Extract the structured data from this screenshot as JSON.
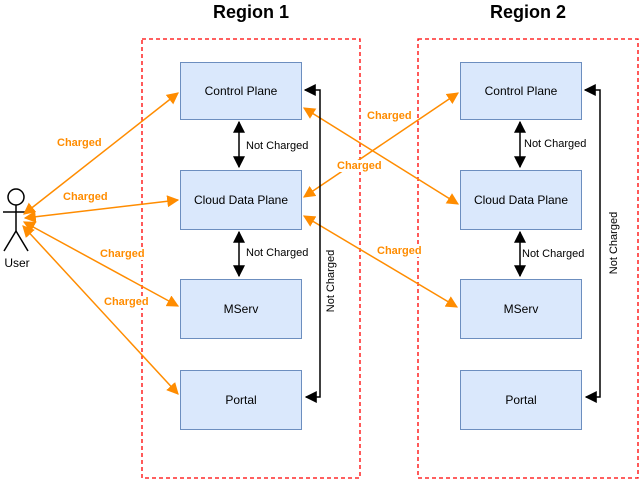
{
  "regions": [
    {
      "title": "Region 1",
      "boxes": [
        {
          "label": "Control Plane"
        },
        {
          "label": "Cloud Data Plane"
        },
        {
          "label": "MServ"
        },
        {
          "label": "Portal"
        }
      ]
    },
    {
      "title": "Region 2",
      "boxes": [
        {
          "label": "Control Plane"
        },
        {
          "label": "Cloud Data Plane"
        },
        {
          "label": "MServ"
        },
        {
          "label": "Portal"
        }
      ]
    }
  ],
  "actor": {
    "label": "User"
  },
  "edges": [
    {
      "from": "User",
      "to": "Region 1 Control Plane",
      "label": "Charged",
      "style": "charged",
      "bidirectional": true
    },
    {
      "from": "User",
      "to": "Region 1 Cloud Data Plane",
      "label": "Charged",
      "style": "charged",
      "bidirectional": true
    },
    {
      "from": "User",
      "to": "Region 1 MServ",
      "label": "Charged",
      "style": "charged",
      "bidirectional": true
    },
    {
      "from": "User",
      "to": "Region 1 Portal",
      "label": "Charged",
      "style": "charged",
      "bidirectional": true
    },
    {
      "from": "Region 1 Cloud Data Plane",
      "to": "Region 2 Control Plane",
      "label": "Charged",
      "style": "charged",
      "bidirectional": true
    },
    {
      "from": "Region 1 Control Plane",
      "to": "Region 2 Cloud Data Plane",
      "label": "Charged",
      "style": "charged",
      "bidirectional": true
    },
    {
      "from": "Region 1 Cloud Data Plane",
      "to": "Region 2 MServ",
      "label": "Charged",
      "style": "charged",
      "bidirectional": true
    },
    {
      "from": "Region 1 Control Plane",
      "to": "Region 1 Cloud Data Plane",
      "label": "Not Charged",
      "style": "not-charged",
      "bidirectional": true
    },
    {
      "from": "Region 1 Cloud Data Plane",
      "to": "Region 1 MServ",
      "label": "Not Charged",
      "style": "not-charged",
      "bidirectional": true
    },
    {
      "from": "Region 1 Control Plane",
      "to": "Region 1 Portal",
      "label": "Not Charged",
      "style": "not-charged",
      "bidirectional": true
    },
    {
      "from": "Region 2 Control Plane",
      "to": "Region 2 Cloud Data Plane",
      "label": "Not Charged",
      "style": "not-charged",
      "bidirectional": true
    },
    {
      "from": "Region 2 Cloud Data Plane",
      "to": "Region 2 MServ",
      "label": "Not Charged",
      "style": "not-charged",
      "bidirectional": true
    },
    {
      "from": "Region 2 Control Plane",
      "to": "Region 2 Portal",
      "label": "Not Charged",
      "style": "not-charged",
      "bidirectional": true
    }
  ],
  "colors": {
    "node_fill": "#DAE8FC",
    "node_stroke": "#6C8EBF",
    "region_border": "#FF0000",
    "charged_accent": "#FF8C00",
    "not_charged_accent": "#000000"
  }
}
